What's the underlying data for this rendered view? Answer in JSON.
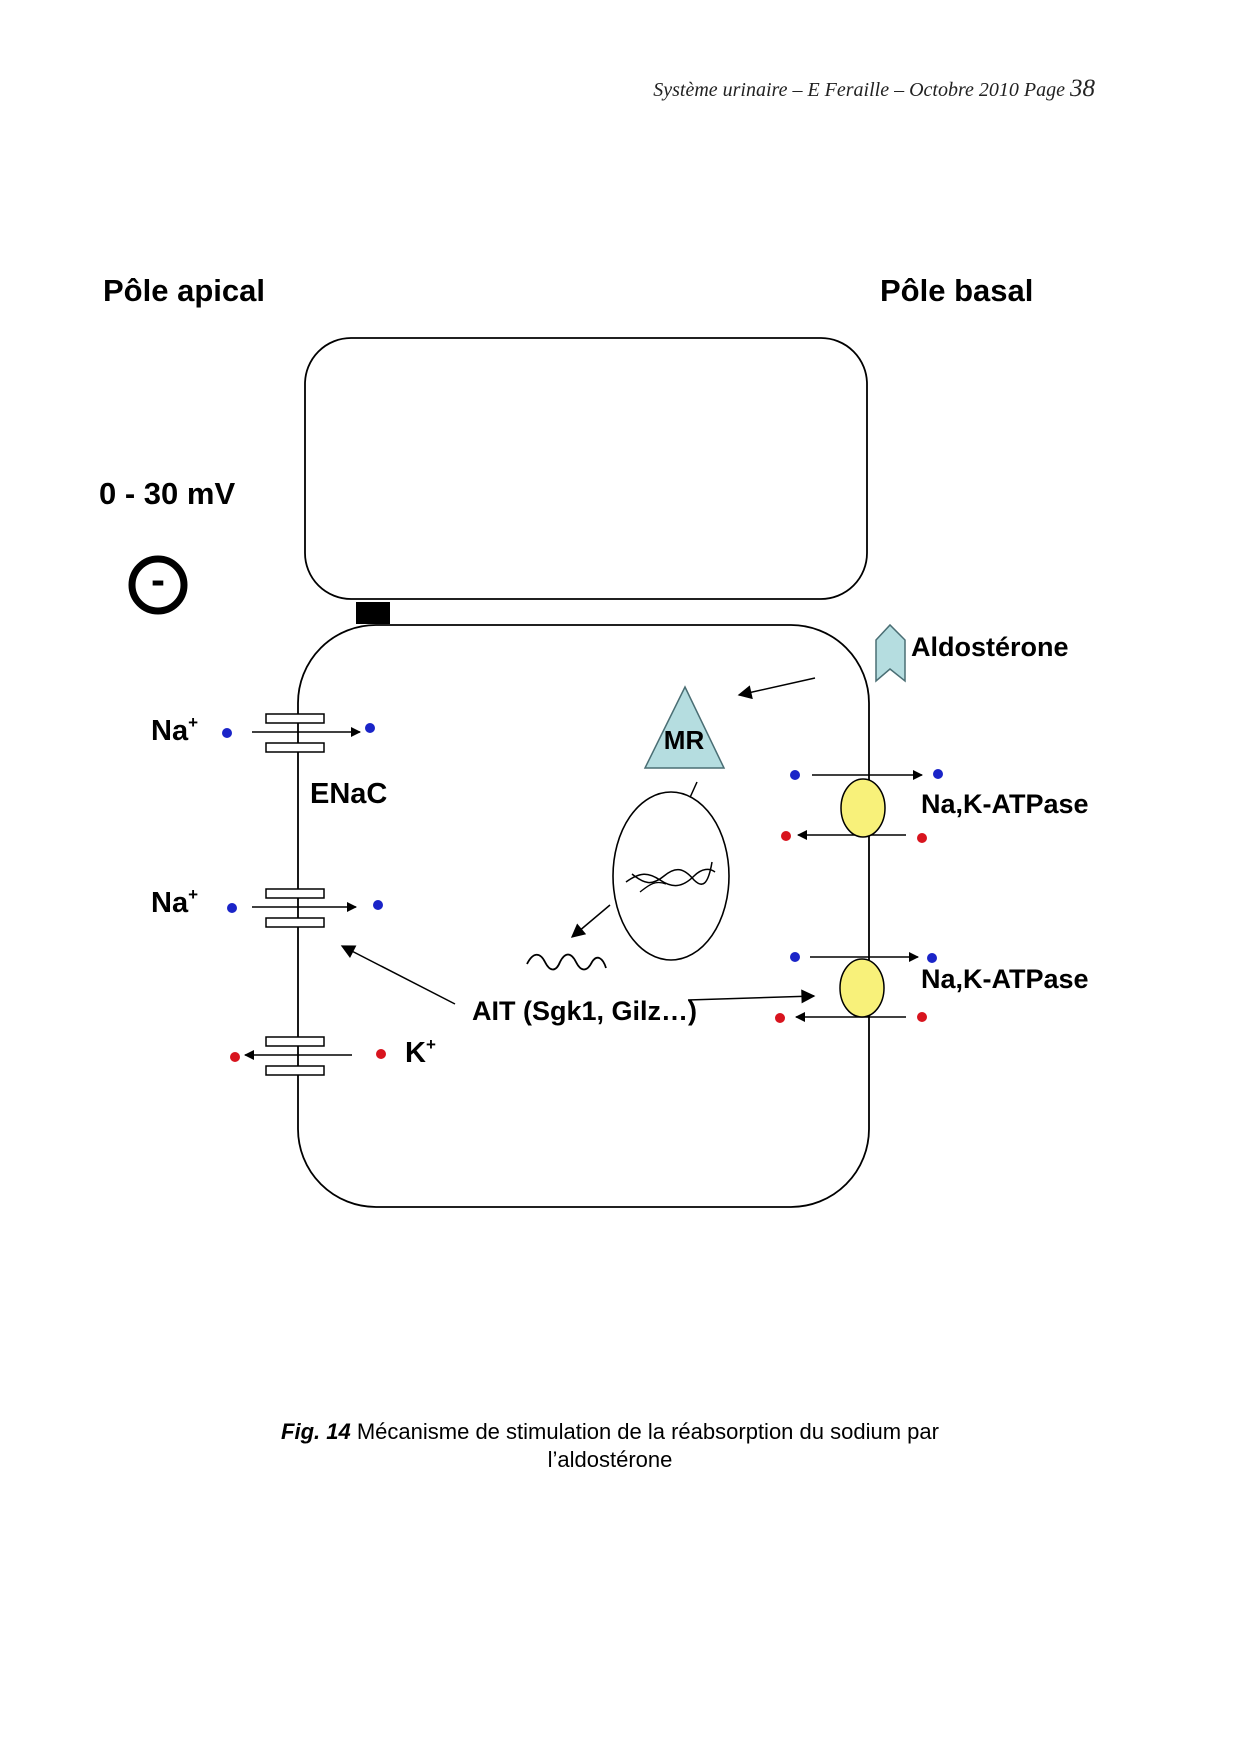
{
  "header": {
    "text": "Système urinaire – E Feraille – Octobre 2010  Page",
    "page": "38"
  },
  "labels": {
    "apical": "Pôle apical",
    "basal": "Pôle basal",
    "voltage": "0 - 30 mV",
    "minus": "-",
    "aldosterone": "Aldostérone",
    "mr": "MR",
    "enac": "ENaC",
    "na": "Na",
    "k": "K",
    "plus": "+",
    "ait": "AIT (Sgk1, Gilz…)",
    "atpase1": "Na,K-ATPase",
    "atpase2": "Na,K-ATPase"
  },
  "caption": {
    "fig": "Fig. 14",
    "line1": " Mécanisme de stimulation de la réabsorption du sodium par",
    "line2": "l’aldostérone"
  },
  "colors": {
    "sodium": "#1a24c8",
    "potassium": "#d8141e",
    "receptor": "#b5dde0",
    "pump": "#f8f17a"
  }
}
